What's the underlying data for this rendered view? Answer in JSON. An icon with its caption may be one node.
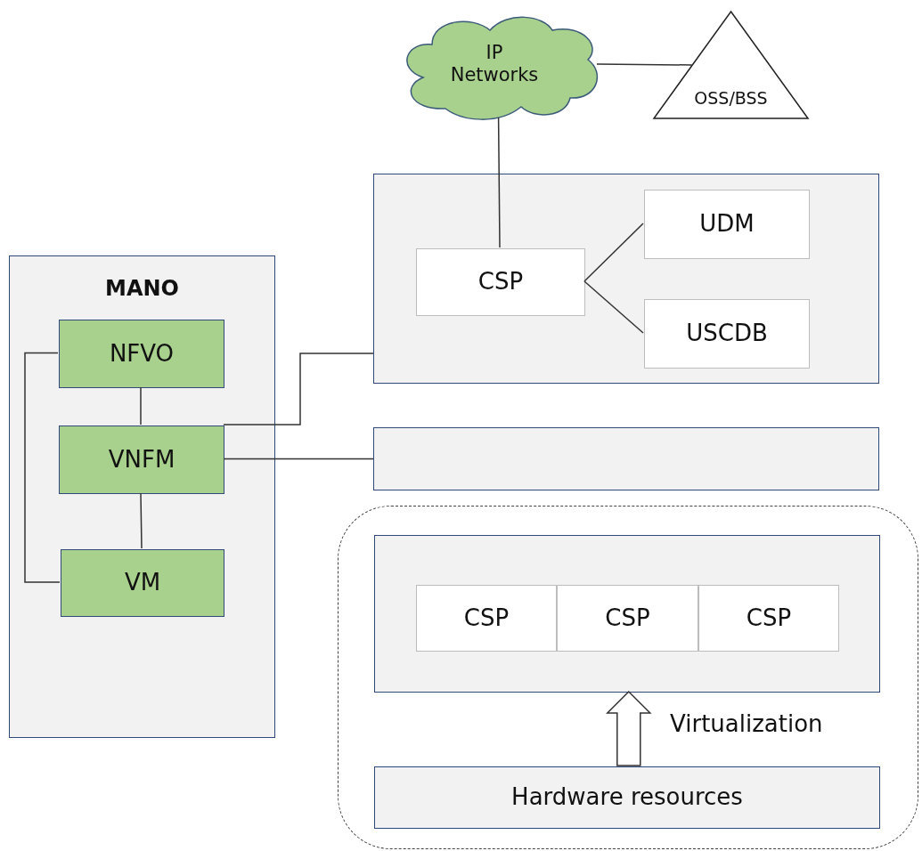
{
  "diagram": {
    "nodes": [
      {
        "text": [
          "IP Networks"
        ]
      },
      {
        "text": [
          "OSS/BSS"
        ]
      },
      {
        "text": [],
        "shape": "box"
      },
      {
        "text": [
          "CSP"
        ],
        "in": 2
      },
      {
        "text": [
          "UDM"
        ],
        "in": 2
      },
      {
        "text": [
          "USCDB"
        ],
        "in": 2
      },
      {
        "text": [
          "MANO"
        ]
      },
      {
        "text": [
          "NFVO"
        ],
        "in": 6
      },
      {
        "text": [
          "VNFM"
        ],
        "in": 6
      },
      {
        "text": [
          "VM"
        ],
        "in": 6
      },
      {
        "text": [],
        "shape": "box"
      },
      {
        "text": [],
        "shape": "box"
      },
      {
        "text": [],
        "shape": "box",
        "in": 11
      },
      {
        "text": [
          "CSP"
        ],
        "in": 12
      },
      {
        "text": [
          "CSP"
        ],
        "in": 12
      },
      {
        "text": [
          "CSP"
        ],
        "in": 12
      },
      {
        "text": [
          "Hardware resources"
        ],
        "in": 11
      }
    ],
    "edges": [
      {
        "from": 0,
        "to": 1,
        "arrow": "none"
      },
      {
        "from": 0,
        "to": 3,
        "arrow": "none"
      },
      {
        "from": 3,
        "to": 4,
        "arrow": "none"
      },
      {
        "from": 3,
        "to": 5,
        "arrow": "none"
      },
      {
        "from": 7,
        "to": 9,
        "arrow": "none"
      },
      {
        "from": 7,
        "to": 8,
        "arrow": "none"
      },
      {
        "from": 8,
        "to": 2,
        "arrow": "none"
      },
      {
        "from": 8,
        "to": 10,
        "arrow": "none"
      },
      {
        "from": 8,
        "to": 9,
        "arrow": "none"
      },
      {
        "from": 16,
        "to": 12,
        "arrow": "to",
        "style": "thick",
        "label": "Virtualization"
      }
    ]
  }
}
